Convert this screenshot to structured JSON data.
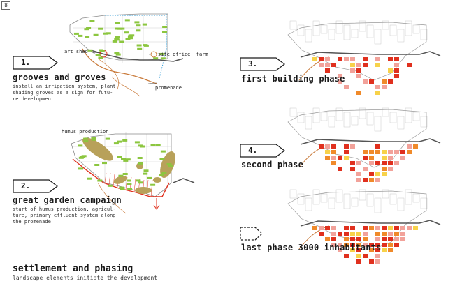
{
  "page_number": "8",
  "colors": {
    "green": "#8cc63f",
    "olive": "#b8a15a",
    "red": "#e0301e",
    "orange": "#f08a2a",
    "pink": "#f2a29a",
    "yellow": "#f7d24a",
    "water": "#3aa0d8",
    "path": "#c97a3a"
  },
  "steps": [
    {
      "number": "1.",
      "title": "grooves and groves",
      "description": [
        "install an irrigation system, plant",
        "shading groves as a sign for futu-",
        "re development"
      ]
    },
    {
      "number": "2.",
      "title": "great garden campaign",
      "description": [
        "start of humus production, agricul-",
        "ture, primary effluent system along",
        "the promenade"
      ]
    },
    {
      "number": "3.",
      "title": "first building phase"
    },
    {
      "number": "4.",
      "title": "second phase"
    },
    {
      "number": "",
      "title": "last phase 3000 inhabitants"
    }
  ],
  "labels": {
    "art_shed": "art shed",
    "site_office": "site office, farm",
    "promenade": "promenade",
    "humus": "humus production"
  },
  "footer": {
    "title": "settlement and phasing",
    "subtitle": "landscape elements initiate the development"
  }
}
